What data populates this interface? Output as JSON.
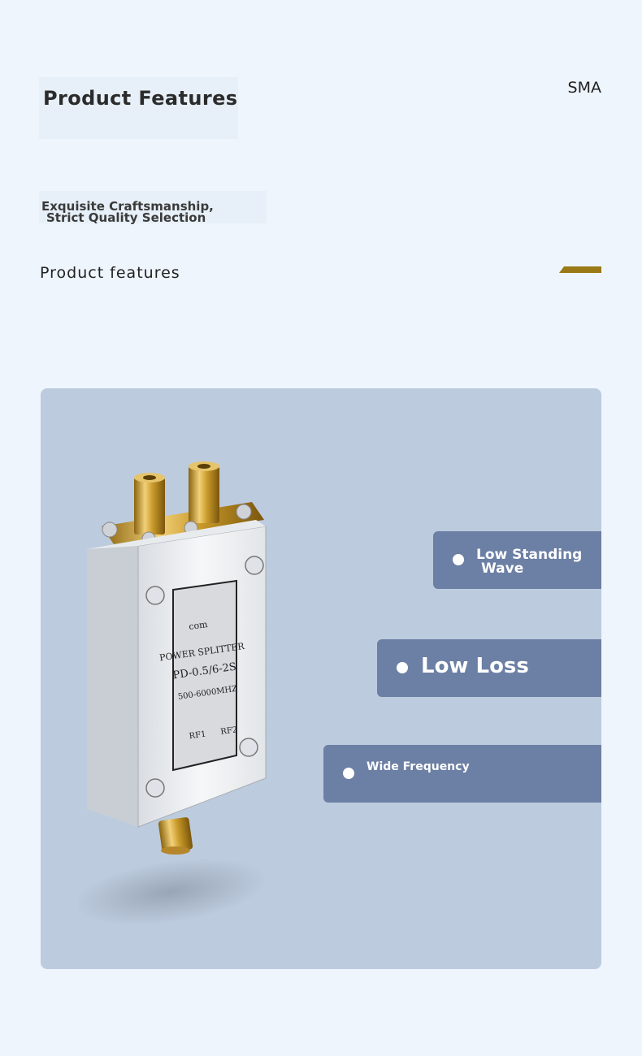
{
  "header": {
    "title": "Product Features",
    "brand_tag": "SMA",
    "tagline_line1": "Exquisite Craftsmanship,",
    "tagline_line2": "Strict Quality Selection",
    "subtitle": "Product features",
    "accent_color": "#9a7a16"
  },
  "product": {
    "label_top": "com",
    "label_name": "POWER SPLITTER",
    "label_model": "PD-0.5/6-2S",
    "label_freq": "500-6000MHZ",
    "port_left": "RF1",
    "port_right": "RF2"
  },
  "features": [
    {
      "line1": "Low Standing",
      "line2": "Wave"
    },
    {
      "label": "Low Loss"
    },
    {
      "label": "Wide Frequency"
    }
  ],
  "colors": {
    "background": "#eef5fd",
    "panel": "#bccbde",
    "pill": "#6c7fa4",
    "gold": "#c99a2a"
  }
}
